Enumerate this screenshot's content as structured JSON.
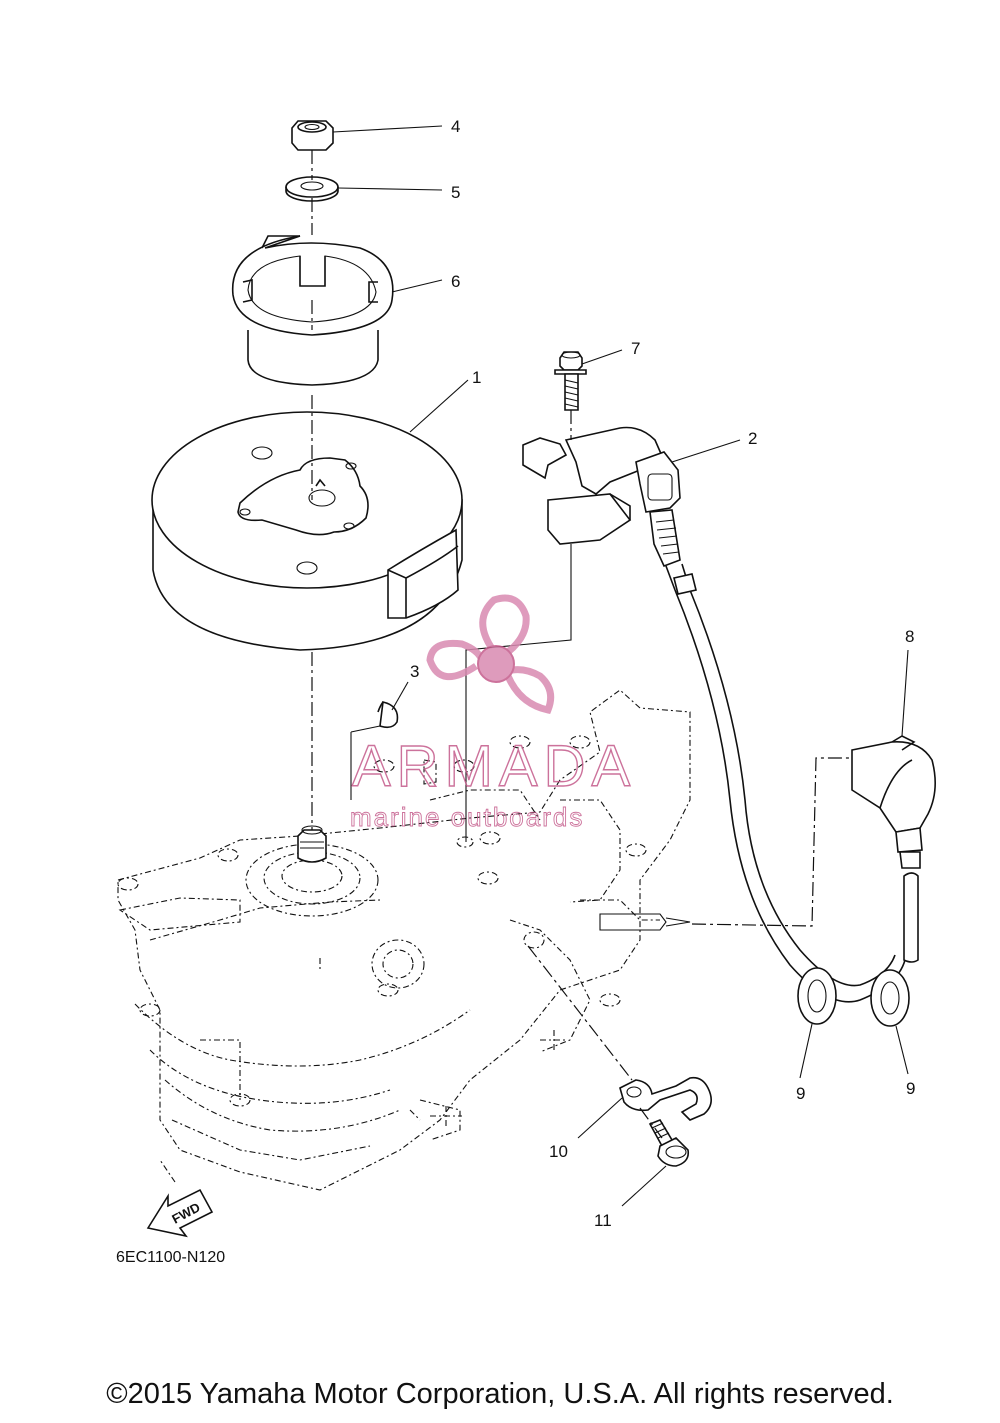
{
  "diagram_code": "6EC1100-N120",
  "callouts": [
    "1",
    "2",
    "3",
    "4",
    "5",
    "6",
    "7",
    "8",
    "9",
    "9",
    "10",
    "11"
  ],
  "fwd_label": "FWD",
  "watermark": {
    "brand": "ARMADA",
    "tagline": "marine outboards",
    "color": "#c45a8a"
  },
  "copyright": "©2015 Yamaha Motor Corporation, U.S.A. All rights reserved."
}
